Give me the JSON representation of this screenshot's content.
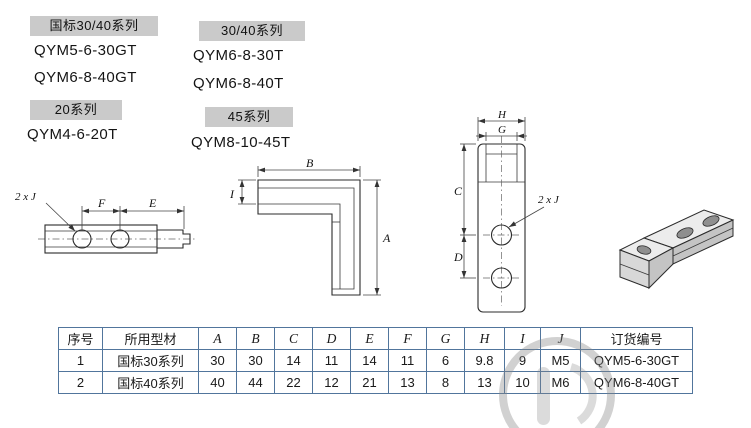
{
  "series": {
    "col1": {
      "tag1": "国标30/40系列",
      "parts1": [
        "QYM5-6-30GT",
        "QYM6-8-40GT"
      ],
      "tag2": "20系列",
      "parts2": [
        "QYM4-6-20T"
      ]
    },
    "col2": {
      "tag1": "30/40系列",
      "parts1": [
        "QYM6-8-30T",
        "QYM6-8-40T"
      ],
      "tag2": "45系列",
      "parts2": [
        "QYM8-10-45T"
      ]
    }
  },
  "drawings": {
    "front": {
      "hole_label": "2 x J",
      "f": "F",
      "e": "E"
    },
    "corner": {
      "b": "B",
      "a": "A",
      "i": "I"
    },
    "side": {
      "h": "H",
      "g": "G",
      "c": "C",
      "d": "D",
      "hole_label": "2 x J"
    }
  },
  "table": {
    "headers": [
      "序号",
      "所用型材",
      "A",
      "B",
      "C",
      "D",
      "E",
      "F",
      "G",
      "H",
      "I",
      "J",
      "订货编号"
    ],
    "rows": [
      [
        "1",
        "国标30系列",
        "30",
        "30",
        "14",
        "11",
        "14",
        "11",
        "6",
        "9.8",
        "9",
        "M5",
        "QYM5-6-30GT"
      ],
      [
        "2",
        "国标40系列",
        "40",
        "44",
        "22",
        "12",
        "21",
        "13",
        "8",
        "13",
        "10",
        "M6",
        "QYM6-8-40GT"
      ]
    ]
  },
  "colors": {
    "table_border": "#51759c",
    "tag_background": "#cacaca",
    "drawing_line": "#2b2b2b"
  }
}
